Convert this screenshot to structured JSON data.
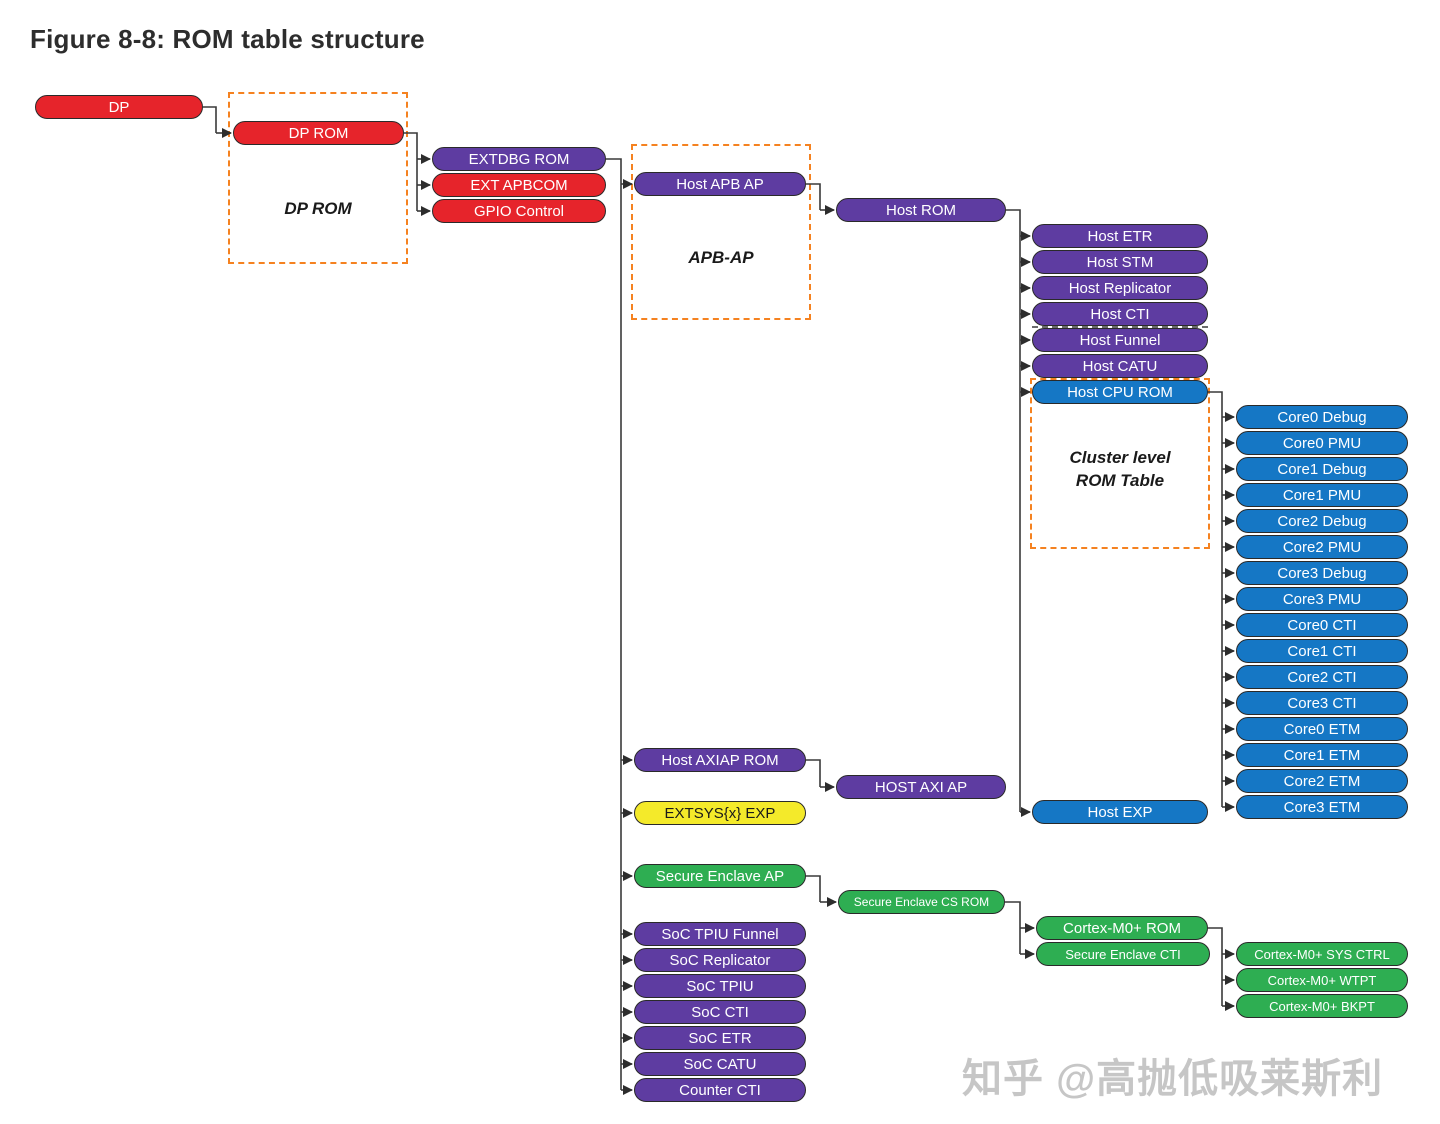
{
  "title": "Figure 8-8: ROM table structure",
  "watermark": "知乎 @高抛低吸莱斯利",
  "palette": {
    "red": "#e6242b",
    "purple": "#5e3ca1",
    "blue": "#1577c5",
    "green": "#2eae52",
    "yellow": "#f4ea2a",
    "dashed_group_orange": "#f58220",
    "wire_black": "#3a3a3a",
    "title_color": "#2d2d2d",
    "watermark_gray": "#c6c6c6"
  },
  "groups": {
    "dp_rom": "DP ROM",
    "apb_ap": "APB-AP",
    "cluster_line1": "Cluster level",
    "cluster_line2": "ROM Table"
  },
  "nodes": {
    "dp": "DP",
    "dp_rom": "DP ROM",
    "extdbg_rom": "EXTDBG ROM",
    "ext_apbcom": "EXT APBCOM",
    "gpio_control": "GPIO Control",
    "host_apb_ap": "Host APB AP",
    "host_rom": "Host ROM",
    "host_etr": "Host ETR",
    "host_stm": "Host STM",
    "host_replicator": "Host Replicator",
    "host_cti": "Host CTI",
    "host_funnel": "Host Funnel",
    "host_catu": "Host CATU",
    "host_cpu_rom": "Host CPU ROM",
    "core0_debug": "Core0 Debug",
    "core0_pmu": "Core0 PMU",
    "core1_debug": "Core1 Debug",
    "core1_pmu": "Core1 PMU",
    "core2_debug": "Core2 Debug",
    "core2_pmu": "Core2 PMU",
    "core3_debug": "Core3 Debug",
    "core3_pmu": "Core3 PMU",
    "core0_cti": "Core0 CTI",
    "core1_cti": "Core1 CTI",
    "core2_cti": "Core2 CTI",
    "core3_cti": "Core3 CTI",
    "core0_etm": "Core0 ETM",
    "core1_etm": "Core1 ETM",
    "core2_etm": "Core2 ETM",
    "core3_etm": "Core3 ETM",
    "host_axiap_rom": "Host AXIAP ROM",
    "host_axi_ap": "HOST AXI AP",
    "extsys_exp": "EXTSYS{x} EXP",
    "host_exp": "Host EXP",
    "secure_enclave_ap": "Secure Enclave AP",
    "secure_enclave_cs_rom": "Secure Enclave CS ROM",
    "cortex_m0_rom": "Cortex-M0+ ROM",
    "secure_enclave_cti": "Secure Enclave CTI",
    "cortex_m0_sys_ctrl": "Cortex-M0+ SYS CTRL",
    "cortex_m0_wtpt": "Cortex-M0+ WTPT",
    "cortex_m0_bkpt": "Cortex-M0+ BKPT",
    "soc_tpiu_funnel": "SoC TPIU Funnel",
    "soc_replicator": "SoC Replicator",
    "soc_tpiu": "SoC TPIU",
    "soc_cti": "SoC CTI",
    "soc_etr": "SoC ETR",
    "soc_catu": "SoC CATU",
    "counter_cti": "Counter CTI"
  }
}
